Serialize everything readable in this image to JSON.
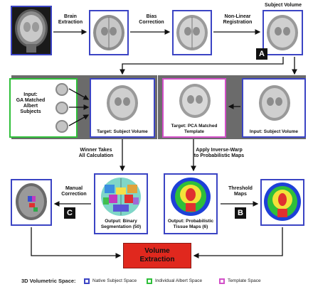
{
  "colors": {
    "native": "#3b44c4",
    "albert": "#2fbf3a",
    "template": "#d24fc8",
    "volume_box": "#e0281e",
    "band": "#6b6b6b"
  },
  "row1": {
    "brain_extraction": "Brain\nExtraction",
    "bias_correction": "Bias\nCorrection",
    "nonlinear_registration": "Non-Linear\nRegistration",
    "subject_volume_title": "Subject Volume",
    "badge_a": "A"
  },
  "row2": {
    "input_albert": "Input:\nGA Matched\nAlbert\nSubjects",
    "target_subject": "Target: Subject Volume",
    "target_template": "Target: PCA Matched\nTemplate",
    "input_subject": "Input: Subject Volume"
  },
  "mid_labels": {
    "winner_takes_all": "Winner Takes\nAll Calculation",
    "apply_inverse_warp": "Apply Inverse-Warp\nto Probabilistic Maps"
  },
  "row3": {
    "manual_correction": "Manual\nCorrection",
    "badge_c": "C",
    "output_binary": "Output: Binary\nSegmentation (50)",
    "output_probabilistic": "Output: Probabilistic\nTissue Maps (6)",
    "threshold_maps": "Threshold\nMaps",
    "badge_b": "B"
  },
  "volume_extraction": "Volume\nExtraction",
  "legend": {
    "title": "3D Volumetric Space:",
    "items": [
      {
        "label": "Native Subject Space",
        "color": "#3b44c4"
      },
      {
        "label": "Individual Albert Space",
        "color": "#2fbf3a"
      },
      {
        "label": "Template Space",
        "color": "#d24fc8"
      }
    ]
  }
}
